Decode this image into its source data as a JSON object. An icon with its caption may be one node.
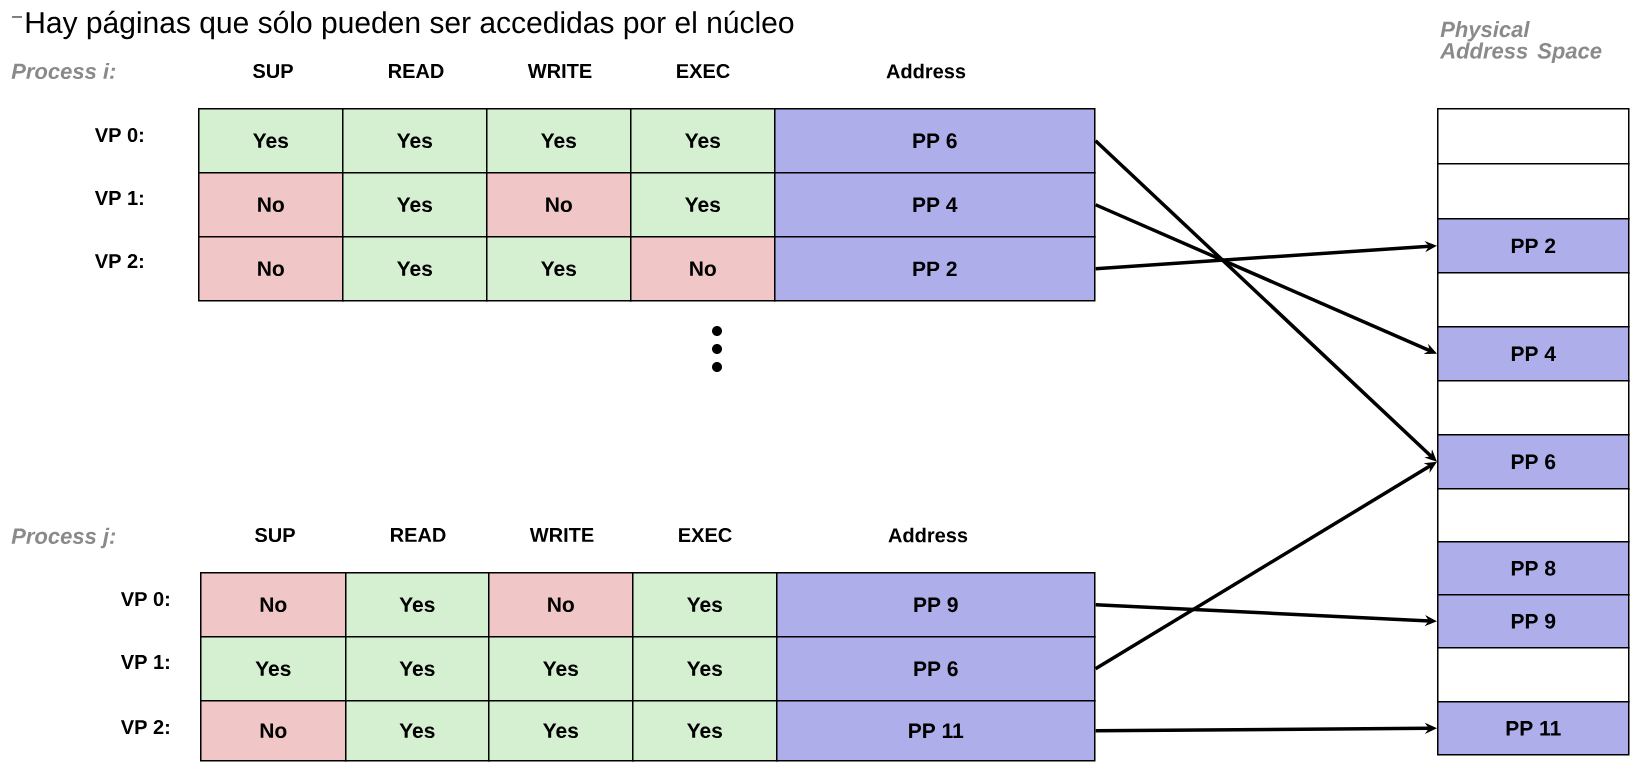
{
  "diagram": {
    "title": "Hay páginas que sólo pueden ser accedidas por el núcleo",
    "nodes": [
      {
        "text": [
          "Yes"
        ]
      },
      {
        "text": [
          "Yes"
        ]
      },
      {
        "text": [
          "Yes"
        ]
      },
      {
        "text": [
          "Yes"
        ]
      },
      {
        "text": [
          "PP 6"
        ]
      },
      {
        "text": [
          "No"
        ]
      },
      {
        "text": [
          "Yes"
        ]
      },
      {
        "text": [
          "No"
        ]
      },
      {
        "text": [
          "Yes"
        ]
      },
      {
        "text": [
          "PP 4"
        ]
      },
      {
        "text": [
          "No"
        ]
      },
      {
        "text": [
          "Yes"
        ]
      },
      {
        "text": [
          "Yes"
        ]
      },
      {
        "text": [
          "No"
        ]
      },
      {
        "text": [
          "PP 2"
        ]
      },
      {
        "text": [],
        "shape": "box"
      },
      {
        "text": [],
        "shape": "box"
      },
      {
        "text": [
          "PP 2"
        ]
      },
      {
        "text": [],
        "shape": "box"
      },
      {
        "text": [
          "PP 4"
        ]
      },
      {
        "text": [],
        "shape": "box"
      },
      {
        "text": [
          "PP 6"
        ]
      },
      {
        "text": [],
        "shape": "box"
      },
      {
        "text": [
          "PP 8"
        ]
      },
      {
        "text": [
          "PP 9"
        ]
      },
      {
        "text": [],
        "shape": "box"
      },
      {
        "text": [
          "PP 11"
        ]
      },
      {
        "text": [
          "No"
        ]
      },
      {
        "text": [
          "Yes"
        ]
      },
      {
        "text": [
          "No"
        ]
      },
      {
        "text": [
          "Yes"
        ]
      },
      {
        "text": [
          "PP 9"
        ]
      },
      {
        "text": [
          "Yes"
        ]
      },
      {
        "text": [
          "Yes"
        ]
      },
      {
        "text": [
          "Yes"
        ]
      },
      {
        "text": [
          "Yes"
        ]
      },
      {
        "text": [
          "PP 6"
        ]
      },
      {
        "text": [
          "No"
        ]
      },
      {
        "text": [
          "Yes"
        ]
      },
      {
        "text": [
          "Yes"
        ]
      },
      {
        "text": [
          "Yes"
        ]
      },
      {
        "text": [
          "PP 11"
        ]
      }
    ],
    "edges": [
      {
        "from": 4,
        "to": 21,
        "arrow": "to"
      },
      {
        "from": 9,
        "to": 19,
        "arrow": "to"
      },
      {
        "from": 14,
        "to": 17,
        "arrow": "to"
      },
      {
        "from": 31,
        "to": 24,
        "arrow": "to"
      },
      {
        "from": 36,
        "to": 21,
        "arrow": "to"
      },
      {
        "from": 41,
        "to": 26,
        "arrow": "to"
      }
    ],
    "labels": [
      "Physical Address Space",
      "Process i:",
      "SUP",
      "READ",
      "WRITE",
      "EXEC",
      "Address",
      "VP 0:",
      "VP 1:",
      "VP 2:",
      "Process j:",
      "SUP",
      "READ",
      "WRITE",
      "EXEC",
      "Address",
      "VP 0:",
      "VP 1:",
      "VP 2:"
    ]
  }
}
